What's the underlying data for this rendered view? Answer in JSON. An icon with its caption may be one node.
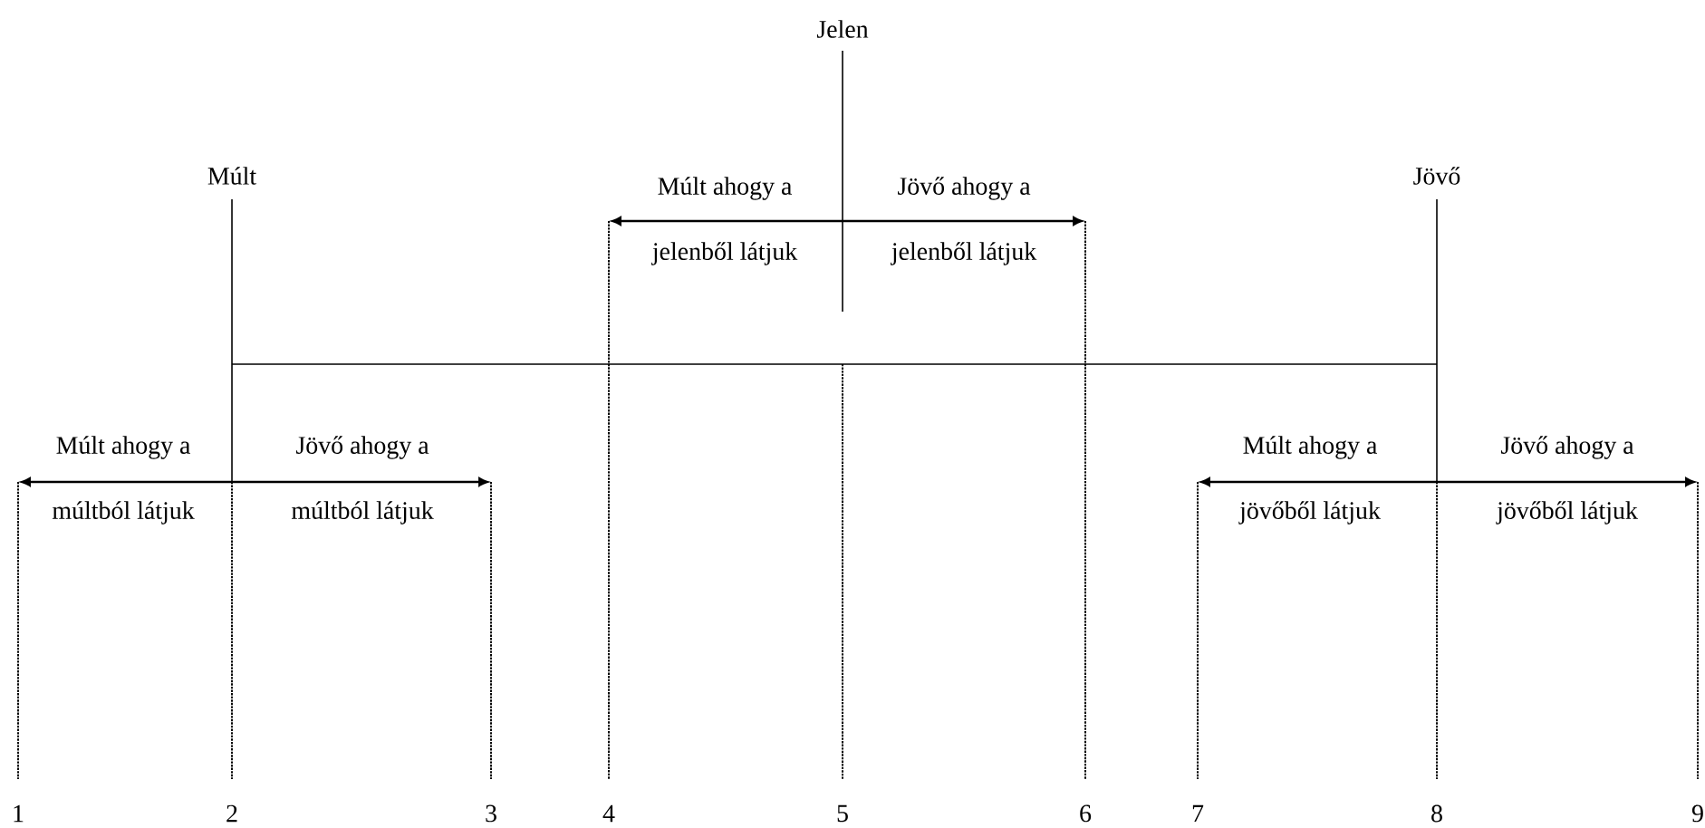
{
  "diagram": {
    "labels": [
      "Jelen",
      "Múlt",
      "Jövő",
      "Múlt ahogy a",
      "Jövő ahogy a",
      "jelenből látjuk",
      "jelenből látjuk",
      "Múlt ahogy a",
      "Jövő ahogy a",
      "Múlt ahogy a",
      "Jövő ahogy a",
      "múltból látjuk",
      "múltból látjuk",
      "jövőből látjuk",
      "jövőből látjuk",
      "1",
      "2",
      "3",
      "4",
      "5",
      "6",
      "7",
      "8",
      "9"
    ]
  }
}
